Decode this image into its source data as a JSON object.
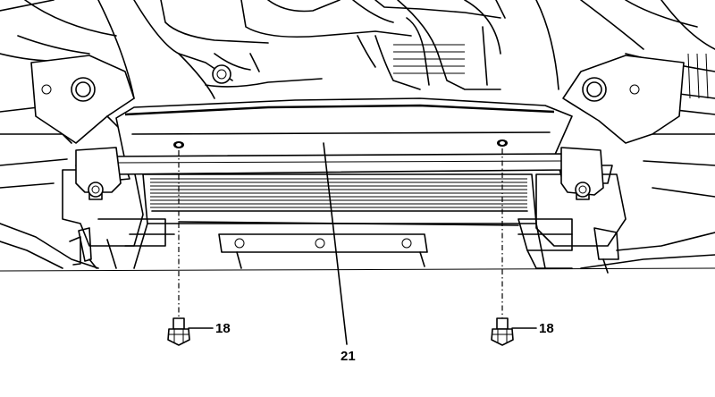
{
  "callouts": {
    "bolt_left": "18",
    "bolt_right": "18",
    "crossmember": "21"
  }
}
